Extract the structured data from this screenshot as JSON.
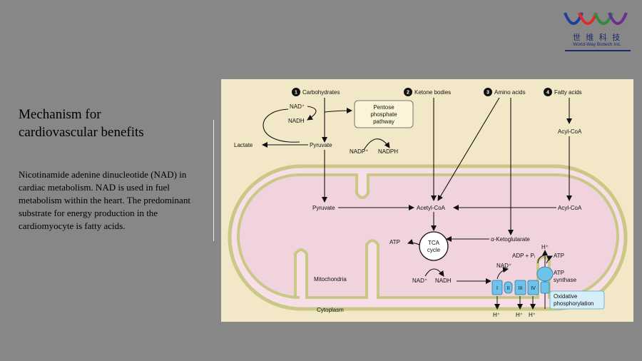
{
  "slide": {
    "title_line1": "Mechanism for",
    "title_line2": "cardiovascular benefits",
    "body": "Nicotinamide adenine dinucleotide (NAD) in cardiac metabolism. NAD is used in fuel metabolism within the heart. The predominant substrate for energy production in the cardiomyocyte is fatty acids."
  },
  "logo": {
    "cn_text": "世 维 科 技",
    "en_text": "World-Way Biotech Inc.",
    "colors": [
      "#1e3f9c",
      "#e02b2b",
      "#2e8b3e",
      "#6b2f8f"
    ]
  },
  "diagram": {
    "sources": [
      {
        "num": "1",
        "label": "Carbohydrates"
      },
      {
        "num": "2",
        "label": "Ketone bodies"
      },
      {
        "num": "3",
        "label": "Amino acids"
      },
      {
        "num": "4",
        "label": "Fatty acids"
      }
    ],
    "labels": {
      "nad_plus": "NAD⁺",
      "nadh": "NADH",
      "lactate": "Lactate",
      "pyruvate": "Pyruvate",
      "pentose_line1": "Pentose",
      "pentose_line2": "phosphate",
      "pentose_line3": "pathway",
      "nadp_plus": "NADP⁺",
      "nadph": "NADPH",
      "acyl_coa": "Acyl-CoA",
      "acetyl_coa": "Acetyl-CoA",
      "alpha_kg": "α-Ketoglutarate",
      "atp": "ATP",
      "tca_line1": "TCA",
      "tca_line2": "cycle",
      "adp_pi": "ADP + Pᵢ",
      "h_plus": "H⁺",
      "atp_synthase_line1": "ATP",
      "atp_synthase_line2": "synthase",
      "mitochondria": "Mitochondria",
      "cytoplasm": "Cytoplasm",
      "ox_line1": "Oxidative",
      "ox_line2": "phosphorylation",
      "complex_1": "I",
      "complex_2": "II",
      "complex_3": "III",
      "complex_4": "IV"
    },
    "colors": {
      "background": "#f2e7c7",
      "outer_membrane": "#c9c886",
      "intermembrane": "#f6dfe6",
      "matrix": "#f1d3dd",
      "complex": "#6ec3ea",
      "ox_box": "#d6eef8"
    }
  }
}
